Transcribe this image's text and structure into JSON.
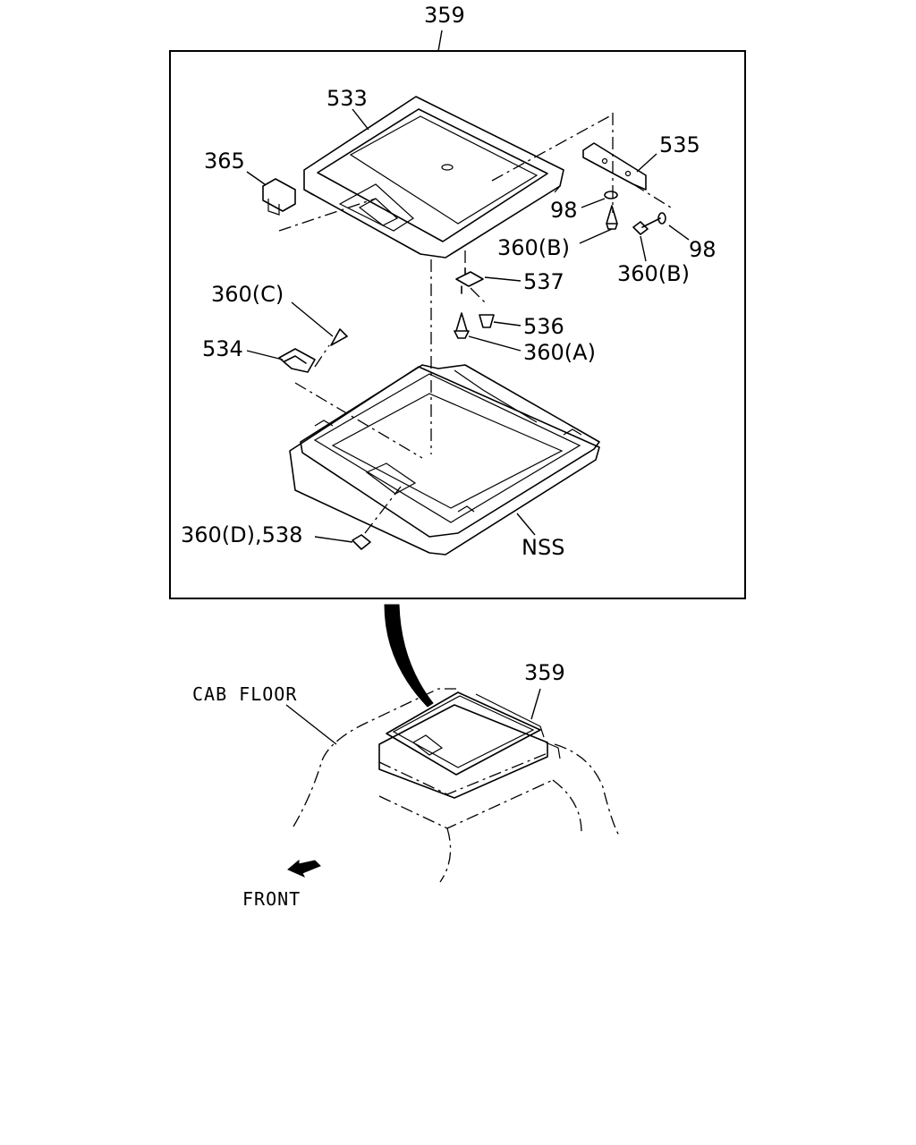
{
  "labels": {
    "assembly_top": "359",
    "lid": "533",
    "switch": "365",
    "bracket": "535",
    "washer_top": "98",
    "screw_b_left": "360(B)",
    "washer_right": "98",
    "screw_b_right": "360(B)",
    "screw_c": "360(C)",
    "striker": "537",
    "latch": "534",
    "bumper": "536",
    "screw_a": "360(A)",
    "screw_d": "360(D),538",
    "box": "NSS",
    "assembly_bottom": "359",
    "cab_floor": "CAB FLOOR",
    "front": "FRONT"
  }
}
